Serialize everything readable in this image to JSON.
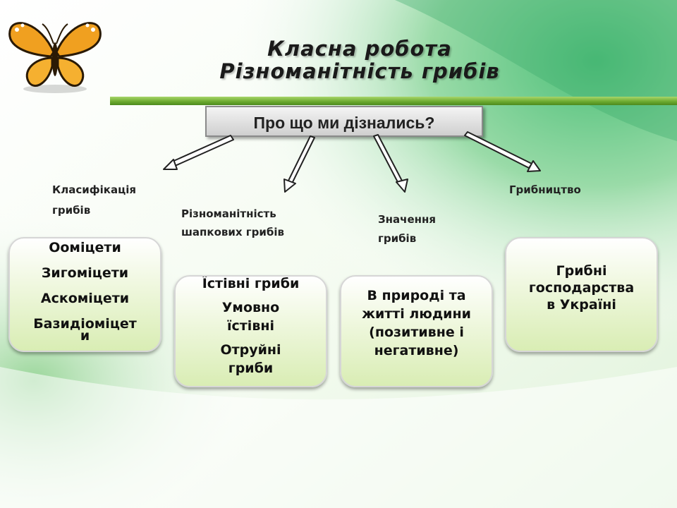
{
  "title": {
    "line1": "Класна робота",
    "line2": "Різноманітність грибів"
  },
  "question": "Про що ми дізнались?",
  "branches": [
    {
      "label_line1": "Класифікація",
      "label_line2": "грибів",
      "box": [
        "Ооміцети",
        "Зигоміцети",
        "Аскоміцети",
        "Базидіоміцет",
        "и"
      ]
    },
    {
      "label_line1": "Різноманітність",
      "label_line2": "шапкових грибів",
      "box": [
        "Їстівні гриби",
        "Умовно",
        "їстівні",
        "Отруйні",
        "гриби"
      ]
    },
    {
      "label_line1": "Значення",
      "label_line2": "грибів",
      "box": [
        "В природі та",
        "житті людини",
        "(позитивне і",
        "негативне)"
      ]
    },
    {
      "label_line1": "Грибництво",
      "box": [
        "Грибні",
        "господарства",
        "в Україні"
      ]
    }
  ],
  "colors": {
    "accent_green": "#6aa82e",
    "box_fill": "#d9edb4",
    "butterfly_orange": "#f0a020"
  },
  "icons": [
    "butterfly-icon"
  ]
}
